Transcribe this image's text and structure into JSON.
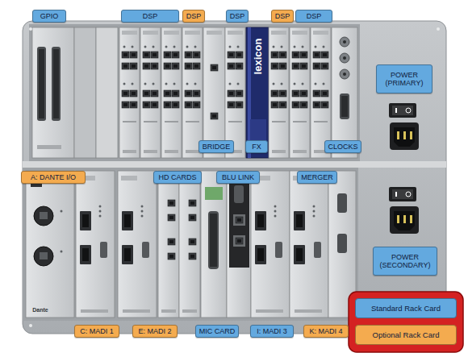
{
  "diagram": {
    "nodes": [
      {
        "text": [
          "GPIO"
        ]
      },
      {
        "text": [
          "DSP"
        ]
      },
      {
        "text": [
          "DSP"
        ]
      },
      {
        "text": [
          "DSP"
        ]
      },
      {
        "text": [
          "DSP"
        ]
      },
      {
        "text": [
          "DSP"
        ]
      },
      {
        "text": [
          "POWER (PRIMARY)"
        ]
      },
      {
        "text": [
          "BRIDGE"
        ]
      },
      {
        "text": [
          "FX"
        ]
      },
      {
        "text": [
          "CLOCKS"
        ]
      },
      {
        "text": [
          "A: DANTE I/O"
        ]
      },
      {
        "text": [
          "HD CARDS"
        ]
      },
      {
        "text": [
          "BLU LINK"
        ]
      },
      {
        "text": [
          "MERGER"
        ]
      },
      {
        "text": [
          "POWER (SECONDARY)"
        ]
      },
      {
        "text": [
          "C: MADI 1"
        ]
      },
      {
        "text": [
          "E: MADI 2"
        ]
      },
      {
        "text": [
          "MIC CARD"
        ]
      },
      {
        "text": [
          "I: MADI 3"
        ]
      },
      {
        "text": [
          "K: MADI 4"
        ]
      }
    ],
    "labels": [
      "lexicon",
      "Dante"
    ],
    "legend": [
      {
        "text": "Standard Rack Card",
        "color": "#63a9df"
      },
      {
        "text": "Optional Rack Card",
        "color": "#f4ab4f"
      }
    ]
  }
}
